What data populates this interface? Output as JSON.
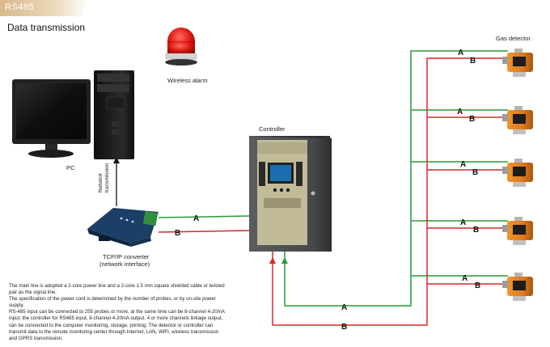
{
  "banner": {
    "label": "RS485"
  },
  "title": "Data transmission",
  "labels": {
    "pc": "PC",
    "wireless_alarm": "Wireless alarm",
    "controller": "Controller",
    "gas_detector": "Gas detector",
    "network_transmission": "Network\ntransmission",
    "converter_title": "TCP/IP converter",
    "converter_sub": "(network interface)",
    "wire_a": "A",
    "wire_b": "B"
  },
  "description": [
    "The main line is adopted a 2-core power line and a 2-core 1.5 mm square shielded cable or twisted pair as the signal line.",
    "The specification of the power cord is determined by the number of probes, or by on-site power supply.",
    "RS-485 input can be connected to 255 probes or more, at the same time can be 8-channel 4-20mA input, the controller for RS485 input, 8-channel 4-20mA output, 4 or more channels linkage output, can be connected to the computer monitoring, storage, printing. The detector or controller can transmit data to the remote monitoring center through Internet, LAN, WIFI, wireless transmission and GPRS transmission."
  ],
  "colors": {
    "line_a": "#2a9a3a",
    "line_b": "#d42a2a",
    "detector_orange": "#e07a1c",
    "controller_body": "#4a4d4f",
    "controller_panel": "#c2bb98"
  }
}
